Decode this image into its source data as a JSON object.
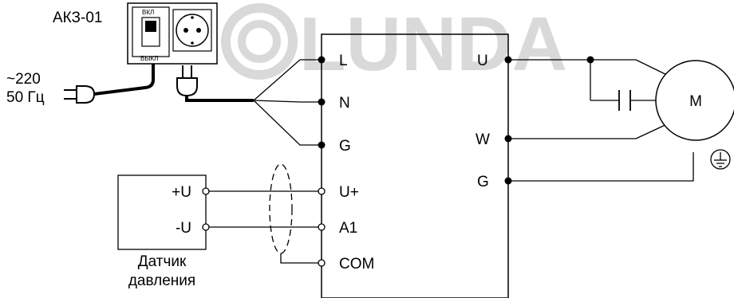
{
  "watermark": {
    "text": "LUNDA",
    "color": "#d9d9d9"
  },
  "switch_block": {
    "name": "АКЗ-01",
    "switch_on": "ВКЛ",
    "switch_off": "ВЫКЛ"
  },
  "supply": {
    "voltage": "~220",
    "frequency": "50 Гц"
  },
  "drive_terminals_left": [
    "L",
    "N",
    "G",
    "U+",
    "A1",
    "COM"
  ],
  "drive_terminals_right": [
    "U",
    "W",
    "G"
  ],
  "motor": {
    "label": "M"
  },
  "sensor": {
    "plus": "+U",
    "minus": "-U",
    "name_line1": "Датчик",
    "name_line2": "давления"
  },
  "ground_icon": "protective-earth-icon"
}
